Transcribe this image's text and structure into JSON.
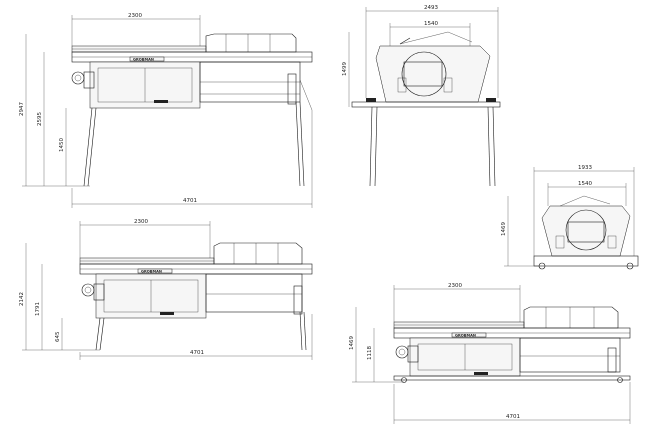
{
  "drawing": {
    "view_side_top": {
      "brand": "GROBMAN",
      "dims": {
        "top_width": "2300",
        "total_height": "2947",
        "mid_height": "2595",
        "leg_height": "1450",
        "overall_length": "4701"
      }
    },
    "view_end_top": {
      "dims": {
        "outer_width": "2493",
        "inner_width": "1540",
        "height": "1499"
      }
    },
    "view_end_small": {
      "dims": {
        "outer_width": "1933",
        "inner_width": "1540",
        "height": "1469"
      }
    },
    "view_side_middle": {
      "brand": "GROBMAN",
      "dims": {
        "top_width": "2300",
        "total_height": "2142",
        "mid_height": "1791",
        "leg_height": "645",
        "overall_length": "4701"
      }
    },
    "view_side_bottom": {
      "brand": "GROBMAN",
      "dims": {
        "top_width": "2300",
        "total_height": "1469",
        "mid_height": "1118",
        "overall_length": "4701"
      }
    }
  }
}
